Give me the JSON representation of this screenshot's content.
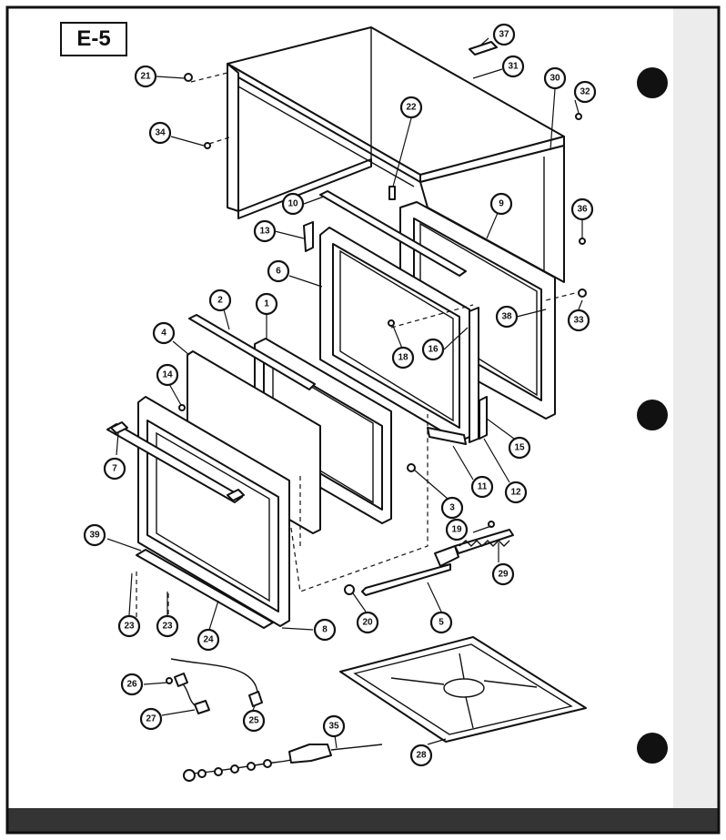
{
  "diagram": {
    "label": "E-5",
    "callouts": [
      "37",
      "21",
      "31",
      "30",
      "32",
      "34",
      "22",
      "10",
      "36",
      "9",
      "13",
      "6",
      "38",
      "33",
      "2",
      "1",
      "4",
      "18",
      "16",
      "14",
      "15",
      "7",
      "11",
      "12",
      "3",
      "39",
      "19",
      "29",
      "23",
      "23",
      "24",
      "20",
      "5",
      "8",
      "26",
      "27",
      "25",
      "35",
      "28"
    ]
  }
}
